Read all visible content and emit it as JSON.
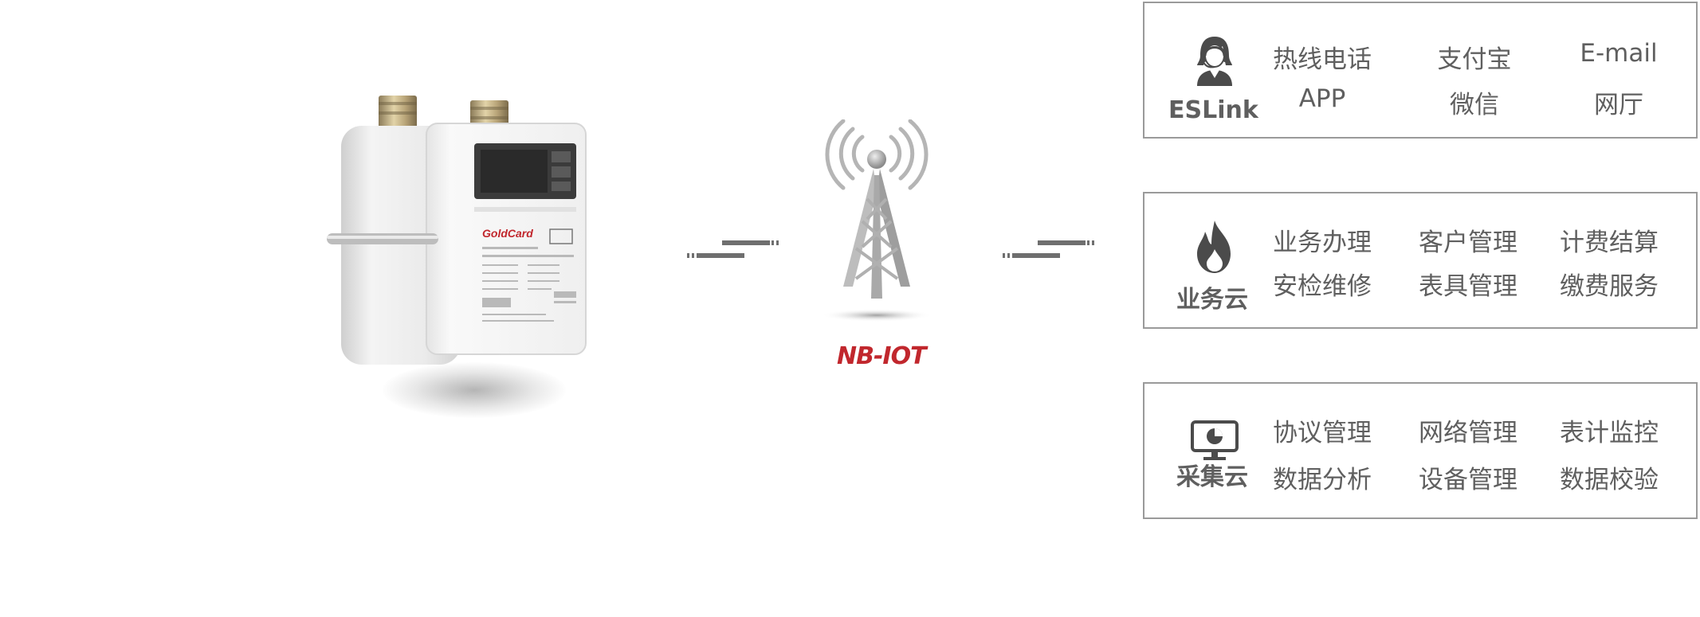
{
  "nb_iot_label": "NB-IOT",
  "accent_color": "#c1272d",
  "meter": {
    "brand": "GoldCard"
  },
  "panels": [
    {
      "title": "ESLink",
      "icon": "customer-service-agent-icon",
      "items": [
        "热线电话",
        "支付宝",
        "E-mail",
        "APP",
        "微信",
        "网厅"
      ]
    },
    {
      "title": "业务云",
      "icon": "flame-icon",
      "items": [
        "业务办理",
        "客户管理",
        "计费结算",
        "安检维修",
        "表具管理",
        "缴费服务"
      ]
    },
    {
      "title": "采集云",
      "icon": "monitor-chart-icon",
      "items": [
        "协议管理",
        "网络管理",
        "表计监控",
        "数据分析",
        "设备管理",
        "数据校验"
      ]
    }
  ]
}
